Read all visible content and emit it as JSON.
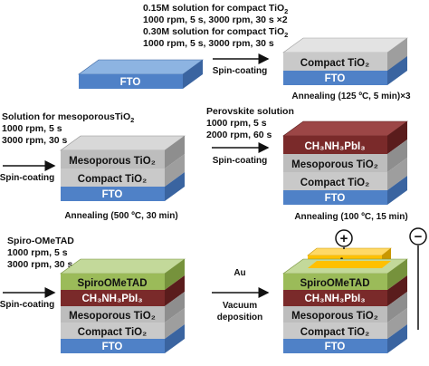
{
  "step1": {
    "conditions": [
      [
        "0.15M solution for compact TiO",
        "2",
        ""
      ],
      [
        "1000 rpm, 5 s,  3000 rpm, 30 s  ×2",
        "",
        ""
      ],
      [
        "0.30M solution for compact TiO",
        "2",
        ""
      ],
      [
        "1000 rpm, 5 s,  3000 rpm, 30 s",
        "",
        ""
      ]
    ],
    "arrow_label": "Spin-coating",
    "sample_before": {
      "fto_label": "FTO"
    },
    "sample_after": {
      "layer_label": "Compact TiO₂",
      "fto_label": "FTO"
    },
    "annealing": "Annealing (125 ºC, 5 min)×3"
  },
  "step2": {
    "conditions": [
      [
        "Solution for mesoporousTiO",
        "2",
        ""
      ],
      [
        "1000 rpm, 5 s",
        "",
        ""
      ],
      [
        "3000 rpm, 30 s",
        "",
        ""
      ]
    ],
    "arrow_label": "Spin-coating",
    "sample": {
      "mesoporous_label": "Mesoporous TiO₂",
      "compact_label": "Compact TiO₂",
      "fto_label": "FTO"
    },
    "annealing": "Annealing (500 ºC, 30 min)"
  },
  "step3": {
    "conditions": [
      [
        "Perovskite solution",
        "",
        ""
      ],
      [
        "1000 rpm, 5 s",
        "",
        ""
      ],
      [
        "2000 rpm, 60 s",
        "",
        ""
      ]
    ],
    "arrow_label": "Spin-coating",
    "sample": {
      "perovskite_label": "CH₃NH₃PbI₃",
      "mesoporous_label": "Mesoporous TiO₂",
      "compact_label": "Compact TiO₂",
      "fto_label": "FTO"
    },
    "annealing": "Annealing (100 ºC, 15 min)"
  },
  "step4": {
    "conditions": [
      [
        "Spiro-OMeTAD",
        "",
        ""
      ],
      [
        "1000 rpm, 5 s",
        "",
        ""
      ],
      [
        "3000 rpm, 30 s",
        "",
        ""
      ]
    ],
    "arrow_label": "Spin-coating",
    "sample": {
      "htm_label": "SpiroOMeTAD",
      "perovskite_label": "CH₃NH₃PbI₃",
      "mesoporous_label": "Mesoporous TiO₂",
      "compact_label": "Compact TiO₂",
      "fto_label": "FTO"
    }
  },
  "step5": {
    "arrow_top": "Au",
    "arrow_bottom": [
      "Vacuum",
      "deposition"
    ],
    "sample": {
      "au_label": "Au",
      "htm_label": "SpiroOMeTAD",
      "perovskite_label": "CH₃NH₃PbI₃",
      "mesoporous_label": "Mesoporous TiO₂",
      "compact_label": "Compact TiO₂",
      "fto_label": "FTO"
    },
    "terminal_plus": "+",
    "terminal_minus": "−"
  },
  "colors": {
    "fto_front": "#4f81c7",
    "fto_top": "#8db4e2",
    "fto_side": "#3a64a0",
    "compact_front": "#c9c9c9",
    "compact_top": "#e3e3e3",
    "compact_side": "#9e9e9e",
    "meso_front": "#bdbdbd",
    "meso_top": "#d8d8d8",
    "meso_side": "#8e8e8e",
    "perov_front": "#7a2a2a",
    "perov_top": "#9c4646",
    "perov_side": "#5a1c1c",
    "spiro_front": "#9bbb59",
    "spiro_top": "#c3d99a",
    "spiro_side": "#76923c",
    "au_front": "#ffc000",
    "au_top": "#ffd966",
    "au_side": "#c99700"
  }
}
